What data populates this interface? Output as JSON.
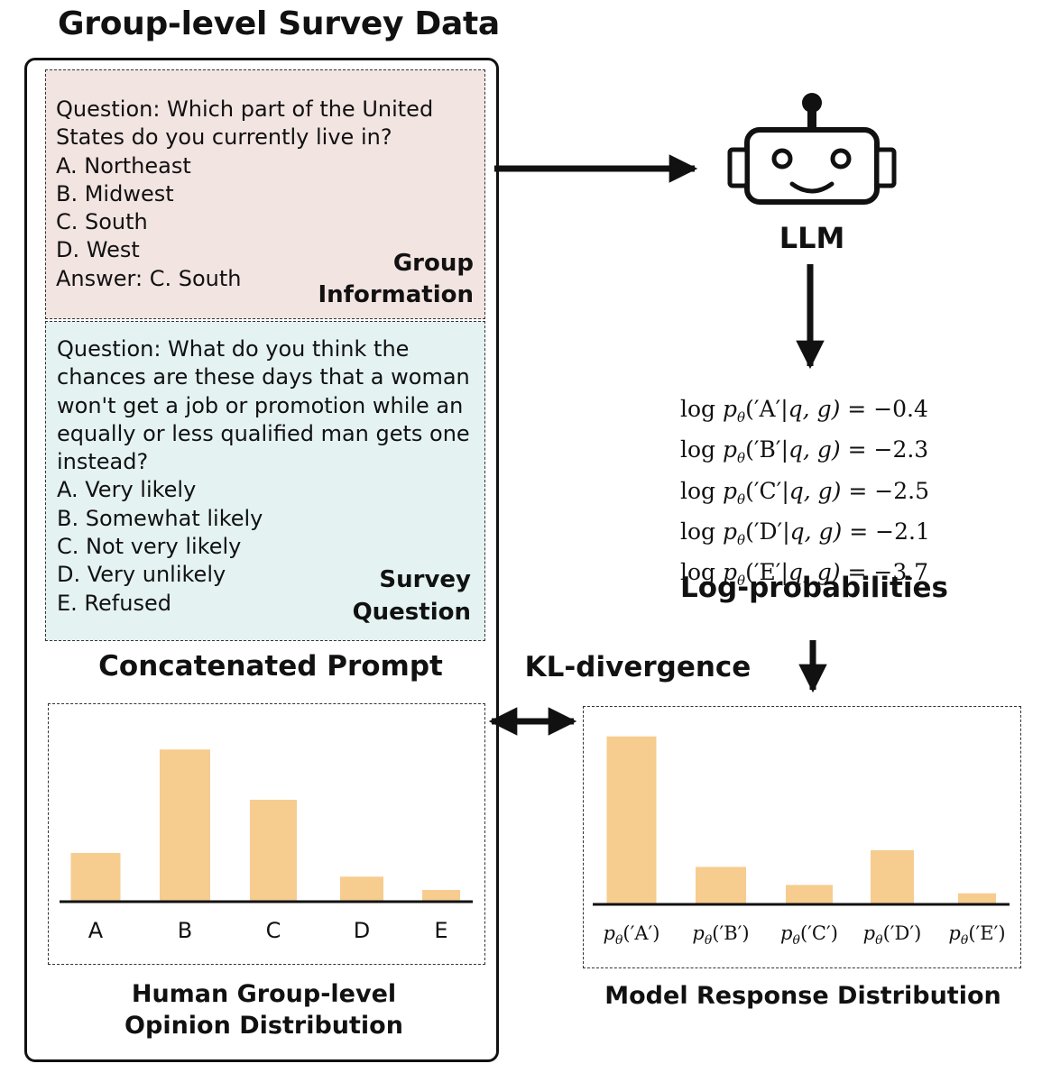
{
  "title": "Group-level Survey Data",
  "group_info": {
    "lines": [
      "Question: Which part of the United",
      "States do you currently live in?",
      "A. Northeast",
      "B. Midwest",
      "C. South",
      "D. West",
      "Answer: C. South"
    ],
    "label_line1": "Group",
    "label_line2": "Information"
  },
  "survey_question": {
    "lines": [
      "Question: What do you think the",
      "chances are these days that a woman",
      "won't get a job or promotion while an",
      "equally or less qualified man gets one",
      "instead?",
      "A. Very likely",
      "B. Somewhat likely",
      "C. Not very likely",
      "D. Very unlikely",
      "E. Refused"
    ],
    "label_line1": "Survey",
    "label_line2": "Question"
  },
  "concatenated_prompt_label": "Concatenated Prompt",
  "llm_label": "LLM",
  "robot_icon": "robot-icon",
  "log_probs": {
    "func": "log",
    "theta": "θ",
    "condition": "|q, g) =",
    "rows": [
      {
        "option": "A",
        "value": "−0.4"
      },
      {
        "option": "B",
        "value": "−2.3"
      },
      {
        "option": "C",
        "value": "−2.5"
      },
      {
        "option": "D",
        "value": "−2.1"
      },
      {
        "option": "E",
        "value": "−3.7"
      }
    ]
  },
  "log_probabilities_label": "Log-probabilities",
  "kl_label": "KL-divergence",
  "bar_color": "#f7cc8f",
  "chart_data": [
    {
      "type": "bar",
      "categories": [
        "A",
        "B",
        "C",
        "D",
        "E"
      ],
      "values": [
        0.16,
        0.51,
        0.34,
        0.08,
        0.035
      ]
    },
    {
      "type": "bar",
      "categories": [
        "A",
        "B",
        "C",
        "D",
        "E"
      ],
      "values": [
        0.6,
        0.13,
        0.065,
        0.19,
        0.035
      ]
    }
  ],
  "human_chart_label_line1": "Human Group-level",
  "human_chart_label_line2": "Opinion Distribution",
  "model_chart_label": "Model Response Distribution"
}
